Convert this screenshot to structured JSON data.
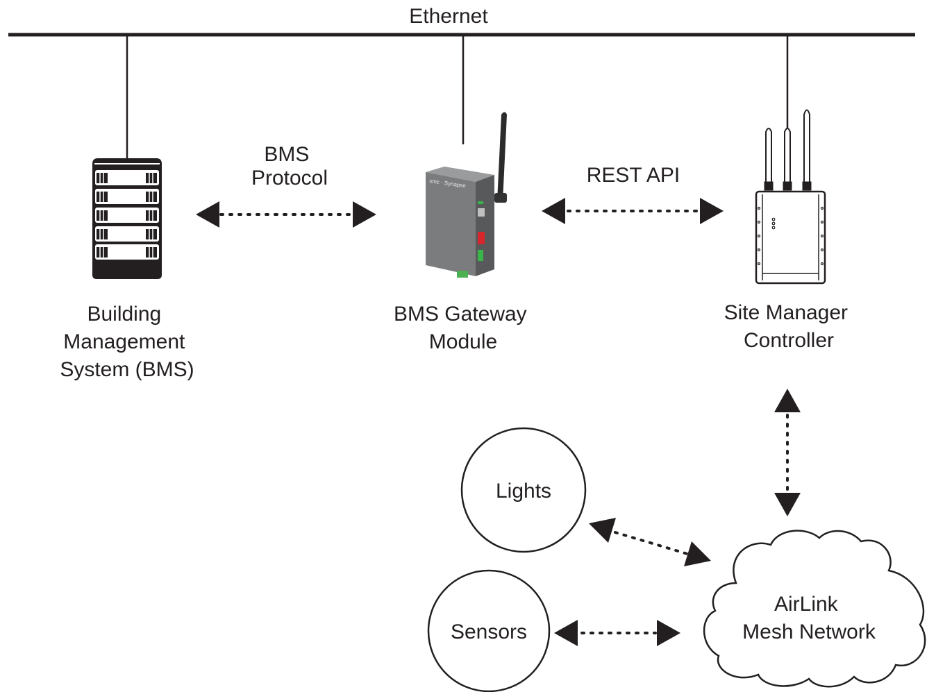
{
  "bus": {
    "label": "Ethernet"
  },
  "nodes": {
    "bms": {
      "lines": [
        "Building",
        "Management",
        "System (BMS)"
      ],
      "icon": "server-rack-icon"
    },
    "gateway": {
      "lines": [
        "BMS Gateway",
        "Module"
      ],
      "icon": "gateway-device-icon",
      "brand_text": "smc · Synapse"
    },
    "controller": {
      "lines": [
        "Site Manager",
        "Controller"
      ],
      "icon": "router-antenna-icon"
    },
    "lights": {
      "label": "Lights"
    },
    "sensors": {
      "label": "Sensors"
    },
    "mesh": {
      "lines": [
        "AirLink",
        "Mesh Network"
      ]
    }
  },
  "links": {
    "bms_protocol": {
      "lines": [
        "BMS",
        "Protocol"
      ]
    },
    "rest_api": {
      "label": "REST API"
    }
  },
  "colors": {
    "ink": "#231f20",
    "device_body": "#6d6e70",
    "device_port": "#d7262c",
    "device_led": "#39b54a"
  }
}
